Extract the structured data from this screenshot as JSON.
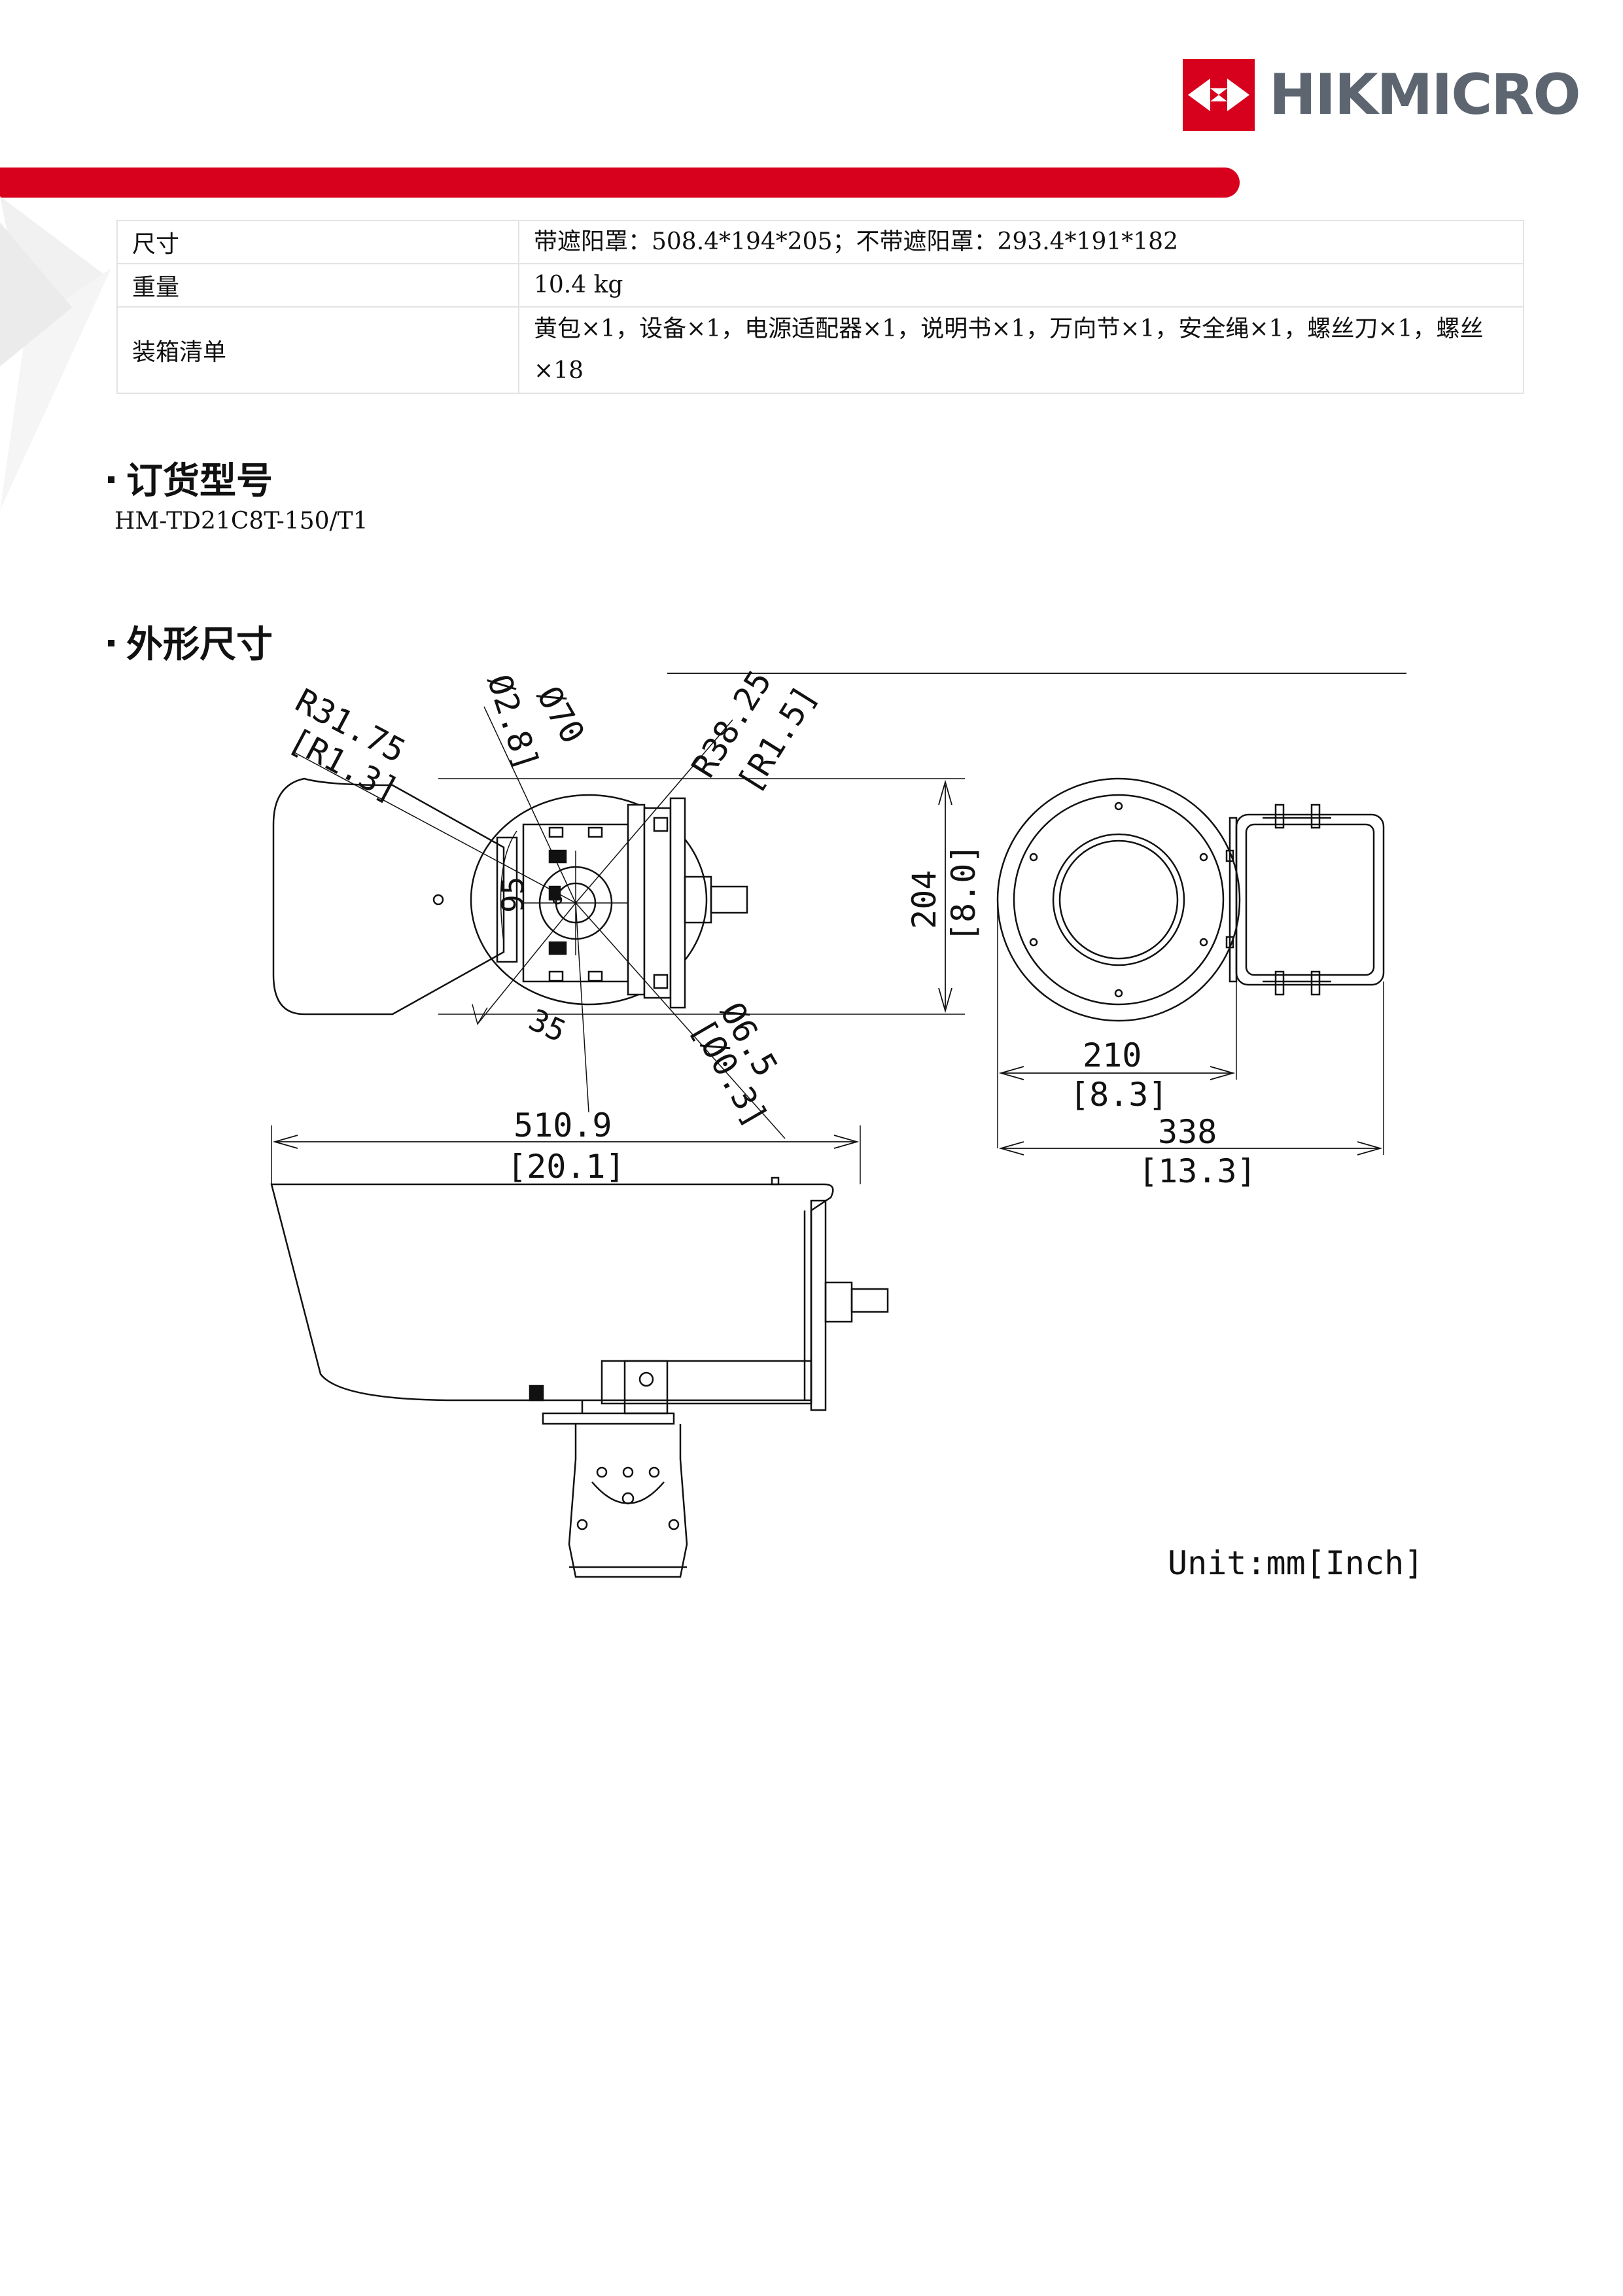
{
  "brand": {
    "name": "HIKMICRO",
    "color": "#d7001d",
    "text_color": "#5d6670"
  },
  "spec_table": [
    {
      "key": "尺寸",
      "value": "带遮阳罩：508.4*194*205；不带遮阳罩：293.4*191*182"
    },
    {
      "key": "重量",
      "value": "10.4 kg"
    },
    {
      "key": "装箱清单",
      "value": "黄包×1，设备×1，电源适配器×1，说明书×1，万向节×1，安全绳×1，螺丝刀×1，螺丝×18"
    }
  ],
  "order_section": {
    "title": "订货型号",
    "model": "HM-TD21C8T-150/T1"
  },
  "dimension_section": {
    "title": "外形尺寸",
    "labels": {
      "r31_mm": "R31.75",
      "r31_in": "[R1.3]",
      "d28": "Ø2.8]",
      "d70": "Ø70",
      "r38_mm": "R38.25",
      "r38_in": "[R1.5]",
      "h204_mm": "204",
      "h204_in": "[8.0]",
      "d95": "95",
      "a35": "35",
      "d65_mm": "Ø6.5",
      "d65_in": "[Ø0.3]",
      "w210_mm": "210",
      "w210_in": "[8.3]",
      "w338_mm": "338",
      "w338_in": "[13.3]",
      "l5109_mm": "510.9",
      "l5109_in": "[20.1]"
    },
    "unit": "Unit:mm[Inch]"
  }
}
